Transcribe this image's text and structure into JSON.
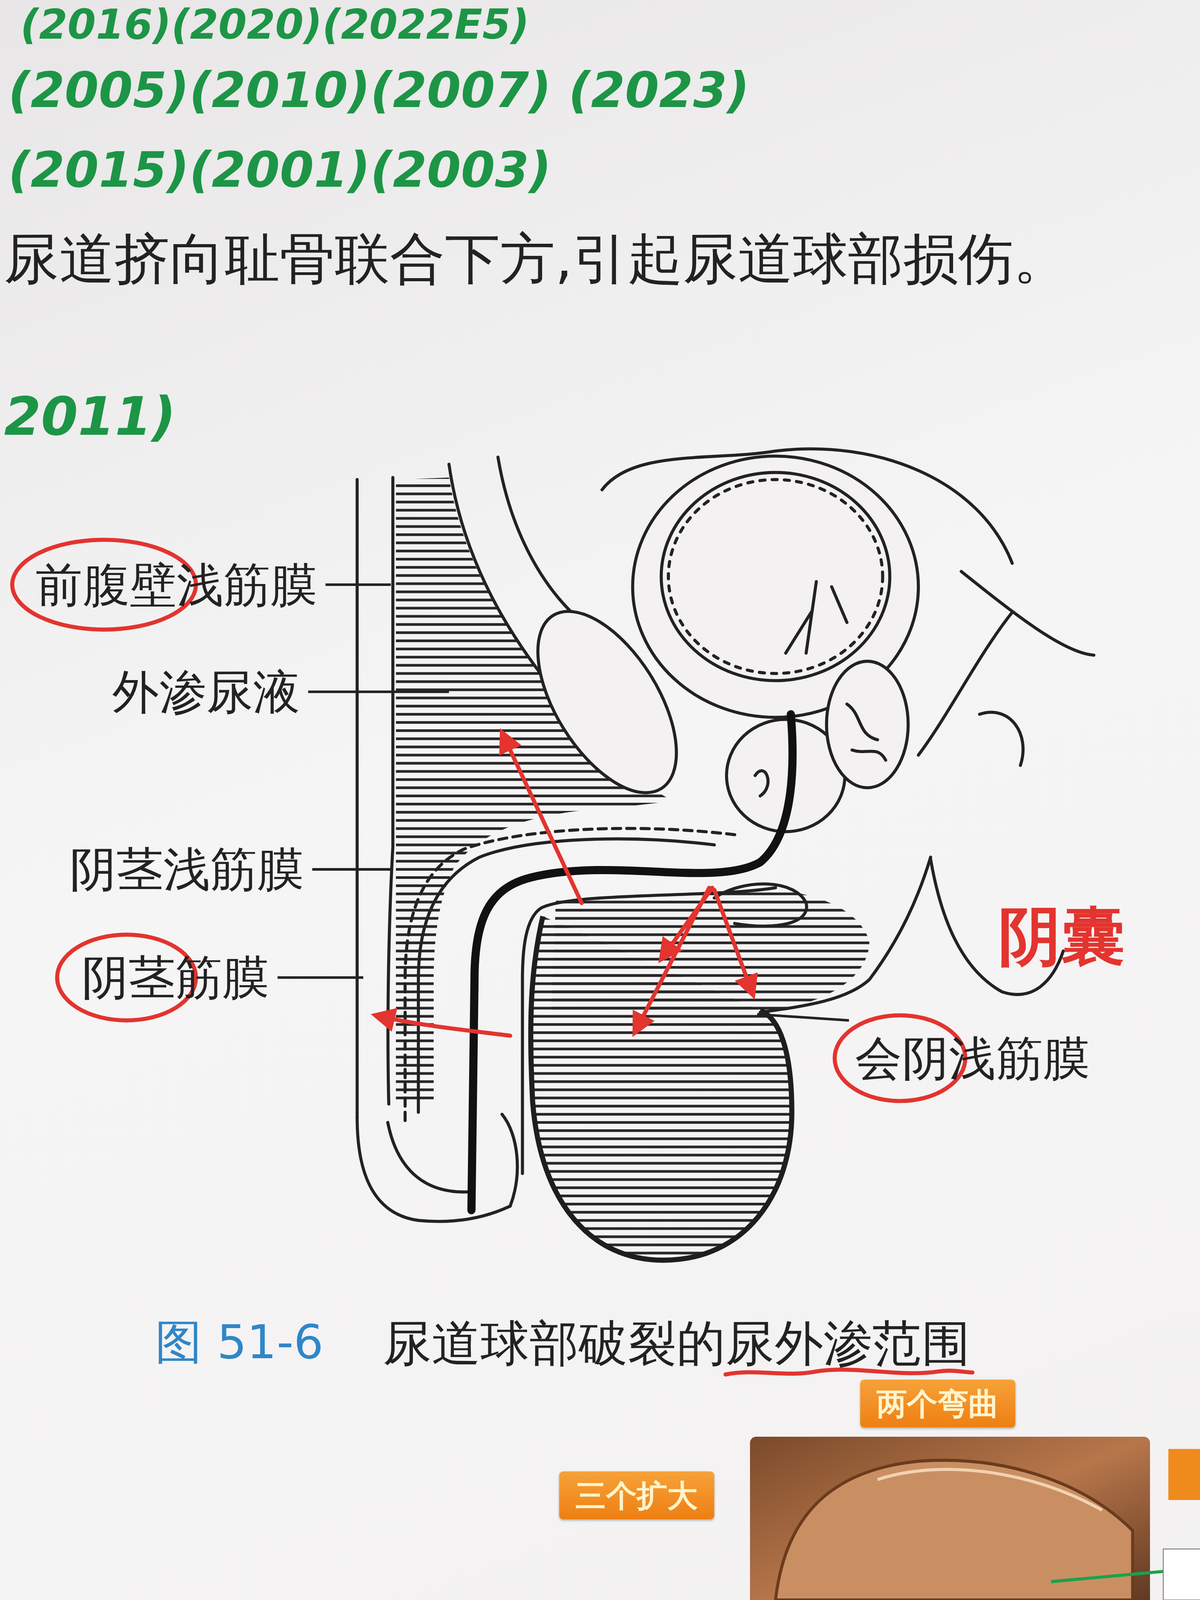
{
  "diagram": {
    "caption": "尿道球部破裂的尿外渗范围",
    "nodes": [
      {
        "text": [
          "两个弯曲"
        ]
      },
      {
        "text": [
          "三个扩大"
        ]
      }
    ],
    "labels": [
      "(2016)(2020)(2022E5)",
      "(2005)(2010)(2007) (2023)",
      "(2015)(2001)(2003)",
      "尿道挤向耻骨联合下方,引起尿道球部损伤。",
      "2011)",
      "前腹壁浅筋膜",
      "外渗尿液",
      "阴茎浅筋膜",
      "阴茎筋膜",
      "会阴浅筋膜",
      "阴囊",
      "图 51-6"
    ]
  }
}
